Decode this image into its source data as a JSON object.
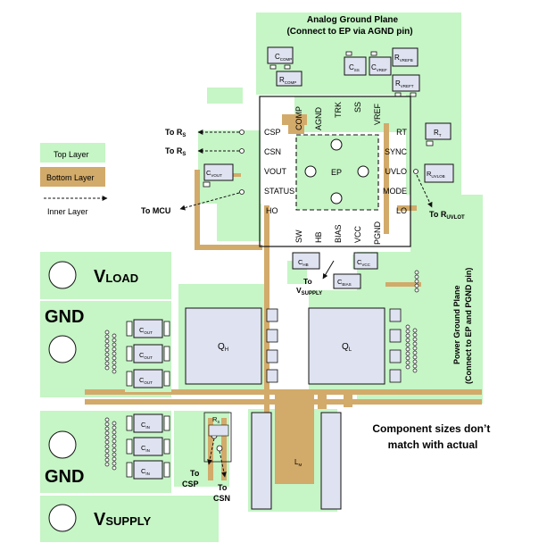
{
  "legend": {
    "top_layer": "Top Layer",
    "bottom_layer": "Bottom Layer",
    "inner_layer": "Inner Layer"
  },
  "analog_plane": {
    "title": "Analog Ground Plane",
    "subtitle": "(Connect to EP via AGND pin)"
  },
  "power_plane": {
    "title": "Power Ground Plane",
    "subtitle": "(Connect to EP and PGND pin)"
  },
  "ic": {
    "ep_label": "EP",
    "left_pins": [
      "CSP",
      "CSN",
      "VOUT",
      "STATUS",
      "HO"
    ],
    "right_pins": [
      "RT",
      "SYNC",
      "UVLO",
      "MODE",
      "LO"
    ],
    "top_pins": [
      "COMP",
      "AGND",
      "TRK",
      "SS",
      "VREF"
    ],
    "bottom_pins": [
      "SW",
      "HB",
      "BIAS",
      "VCC",
      "PGND"
    ]
  },
  "components": {
    "c_comp": [
      "C",
      "COMP"
    ],
    "r_comp": [
      "R",
      "COMP"
    ],
    "c_ss": [
      "C",
      "SS"
    ],
    "c_vref": [
      "C",
      "VREF"
    ],
    "r_vrefb": [
      "R",
      "VREFB"
    ],
    "r_vreft": [
      "R",
      "VREFT"
    ],
    "r_t": [
      "R",
      "T"
    ],
    "r_uvlob": [
      "R",
      "UVLOB"
    ],
    "c_vout": [
      "C",
      "VOUT"
    ],
    "c_hb": [
      "C",
      "HB"
    ],
    "c_vcc": [
      "C",
      "VCC"
    ],
    "c_bias": [
      "C",
      "BIAS"
    ],
    "c_out": [
      "C",
      "OUT"
    ],
    "c_in": [
      "C",
      "IN"
    ],
    "q_h": [
      "Q",
      "H"
    ],
    "q_l": [
      "Q",
      "L"
    ],
    "l_m": [
      "L",
      "M"
    ],
    "r_s": [
      "R",
      "S"
    ]
  },
  "connections": {
    "to_rs_1": [
      "To R",
      "S"
    ],
    "to_rs_2": [
      "To R",
      "S"
    ],
    "to_mcu": "To MCU",
    "to_ruvlot": [
      "To R",
      "UVLOT"
    ],
    "to_vsupply": [
      "To",
      "V",
      "SUPPLY"
    ],
    "to_csp": [
      "To",
      "CSP"
    ],
    "to_csn": [
      "To",
      "CSN"
    ]
  },
  "rails": {
    "vload": [
      "V",
      "LOAD"
    ],
    "gnd_top": "GND",
    "gnd_bottom": "GND",
    "vsupply": [
      "V",
      "SUPPLY"
    ]
  },
  "note": [
    "Component sizes don’t",
    "match with actual"
  ],
  "colors": {
    "top_layer": "#c6f5c6",
    "bottom_layer": "#d2aa6a",
    "component": "#dfe2f0",
    "pad": "#ffffff",
    "outline": "#111111"
  }
}
